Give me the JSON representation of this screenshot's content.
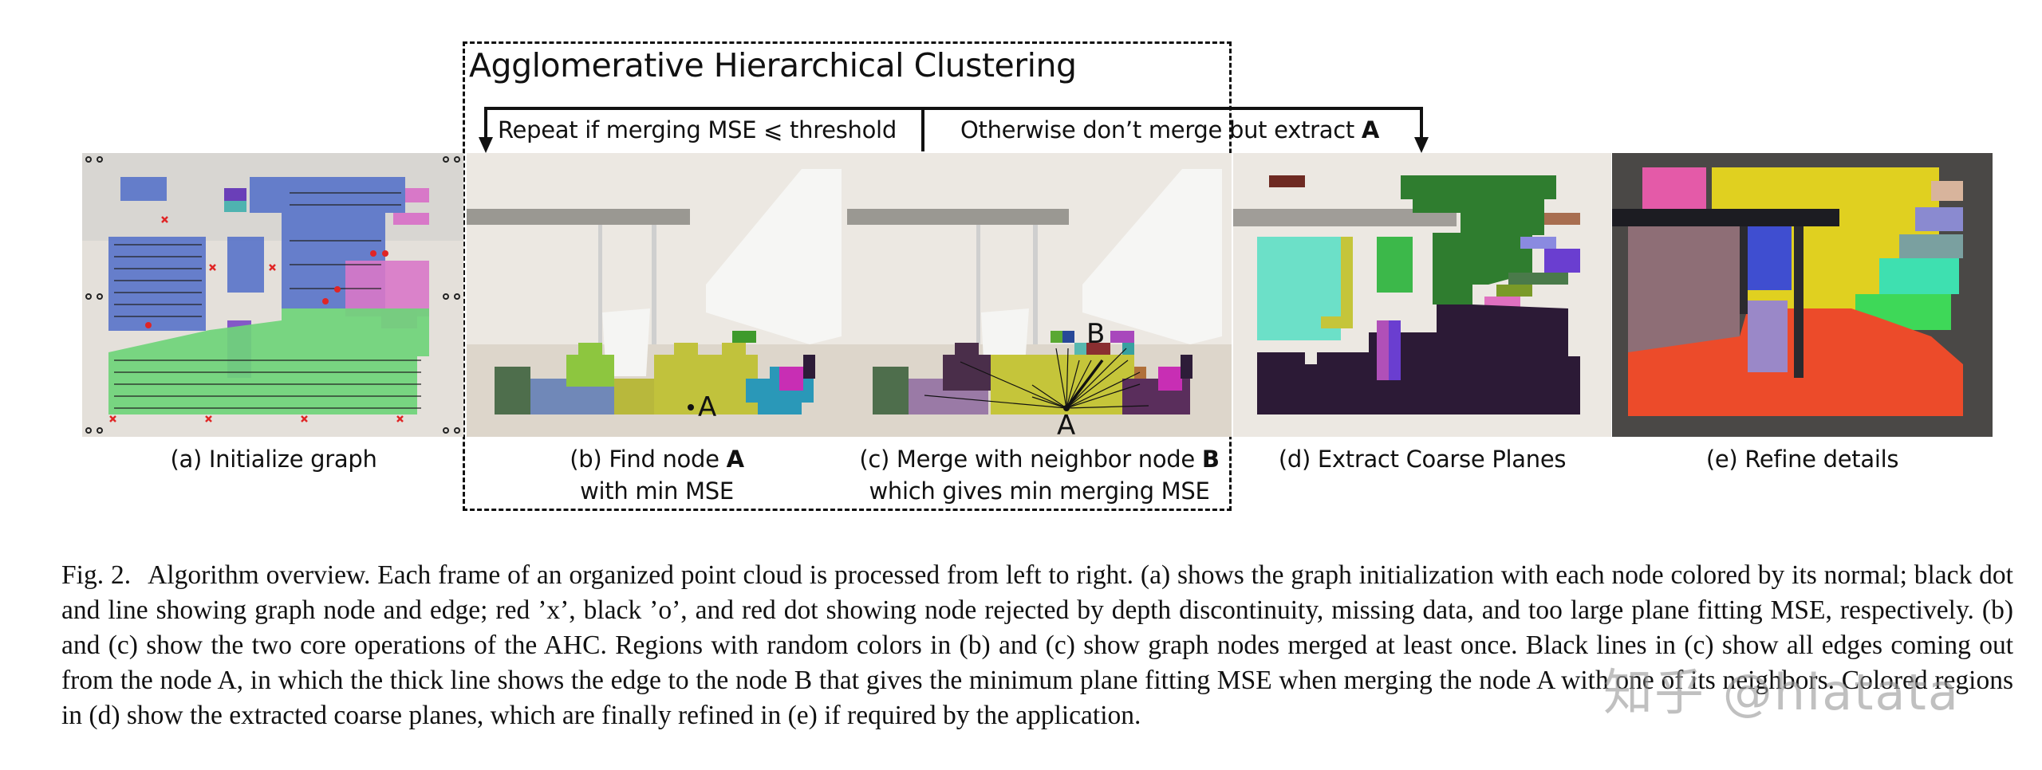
{
  "figure": {
    "ahc_box": {
      "title": "Agglomerative Hierarchical Clustering"
    },
    "flow": {
      "repeat_label": "Repeat if merging MSE ⩽ threshold",
      "otherwise_label_pre": "Otherwise don’t merge but extract ",
      "otherwise_label_bold": "A"
    },
    "panels": [
      {
        "id": "a",
        "caption_line1": "(a) Initialize graph",
        "caption_line2": ""
      },
      {
        "id": "b",
        "caption_line1_pre": "(b) Find node ",
        "caption_line1_bold": "A",
        "caption_line2": "with min MSE",
        "node_label": ".A"
      },
      {
        "id": "c",
        "caption_line1_pre": "(c) Merge with neighbor node ",
        "caption_line1_bold": "B",
        "caption_line2": "which gives min merging MSE",
        "node_a_label": "A",
        "node_b_label": "B"
      },
      {
        "id": "d",
        "caption_line1": "(d) Extract Coarse Planes",
        "caption_line2": ""
      },
      {
        "id": "e",
        "caption_line1": "(e) Refine details",
        "caption_line2": ""
      }
    ],
    "legend_markers": {
      "graph_node": "black dot",
      "depth_discontinuity": "red x",
      "missing_data": "black o",
      "large_mse": "red dot"
    },
    "colors": {
      "normal_blue": "#4a68c8",
      "normal_green": "#6fd47a",
      "normal_pink": "#d873c8",
      "reject_red": "#e03030",
      "floor_plane_d": "#2c1a36",
      "wall_plane_d": "#2f7d2f",
      "floor_plane_e": "#ec4b2a",
      "wall_plane_e": "#e0d020"
    }
  },
  "caption": {
    "label": "Fig. 2.",
    "text": "Algorithm overview. Each frame of an organized point cloud is processed from left to right. (a) shows the graph initialization with each node colored by its normal; black dot and line showing graph node and edge; red ’x’, black ’o’, and red dot showing node rejected by depth discontinuity, missing data, and too large plane fitting MSE, respectively. (b) and (c) show the two core operations of the AHC. Regions with random colors in (b) and (c) show graph nodes merged at least once. Black lines in (c) show all edges coming out from the node A, in which the thick line shows the edge to the node B that gives the minimum plane fitting MSE when merging the node A with one of its neighbors. Colored regions in (d) show the extracted coarse planes, which are finally refined in (e) if required by the application."
  },
  "watermark": "知乎 @hlatata"
}
